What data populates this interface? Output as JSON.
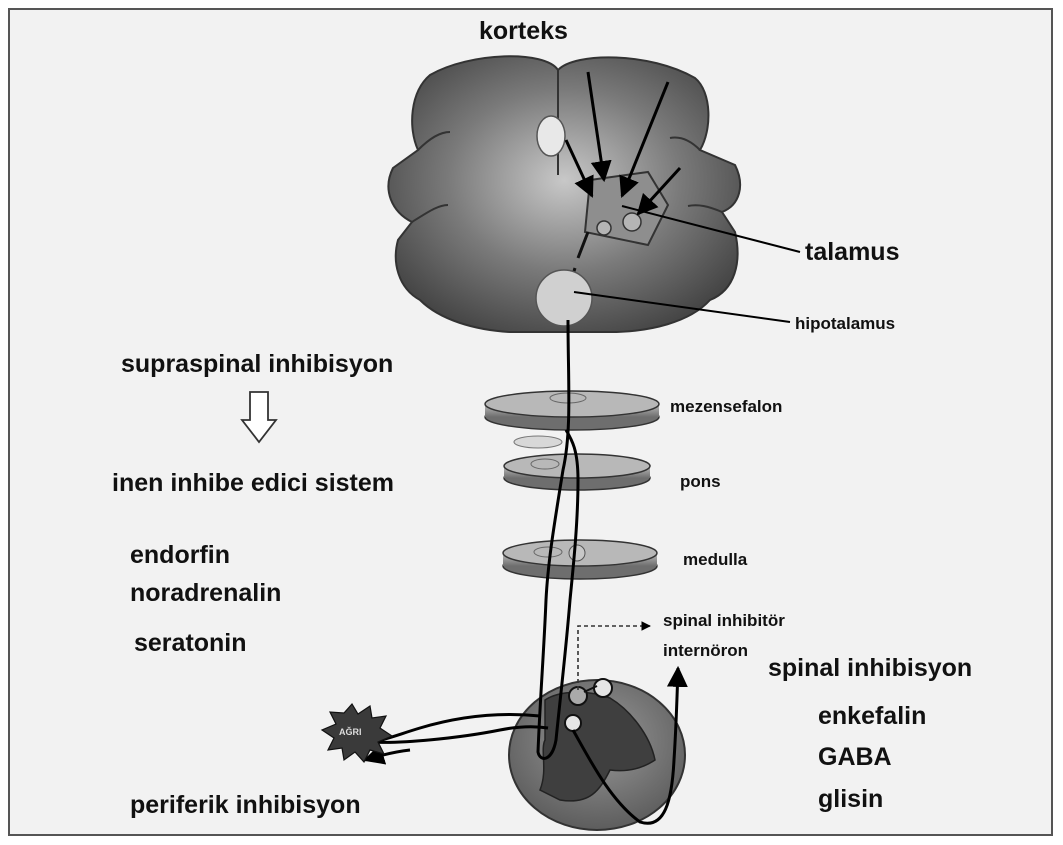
{
  "labels": {
    "korteks": "korteks",
    "talamus": "talamus",
    "hipotalamus": "hipotalamus",
    "mezensefalon": "mezensefalon",
    "pons": "pons",
    "medulla": "medulla",
    "spinal_interneuron_line1": "spinal inhibitör",
    "spinal_interneuron_line2": "internöron",
    "agri": "AĞRI"
  },
  "supraspinal": {
    "title": "supraspinal inhibisyon",
    "system": "inen inhibe edici sistem",
    "substances": [
      "endorfin",
      "noradrenalin",
      "seratonin"
    ]
  },
  "spinal": {
    "title": "spinal inhibisyon",
    "substances": [
      "enkefalin",
      "GABA",
      "glisin"
    ]
  },
  "peripheral": {
    "title": "periferik inhibisyon"
  }
}
